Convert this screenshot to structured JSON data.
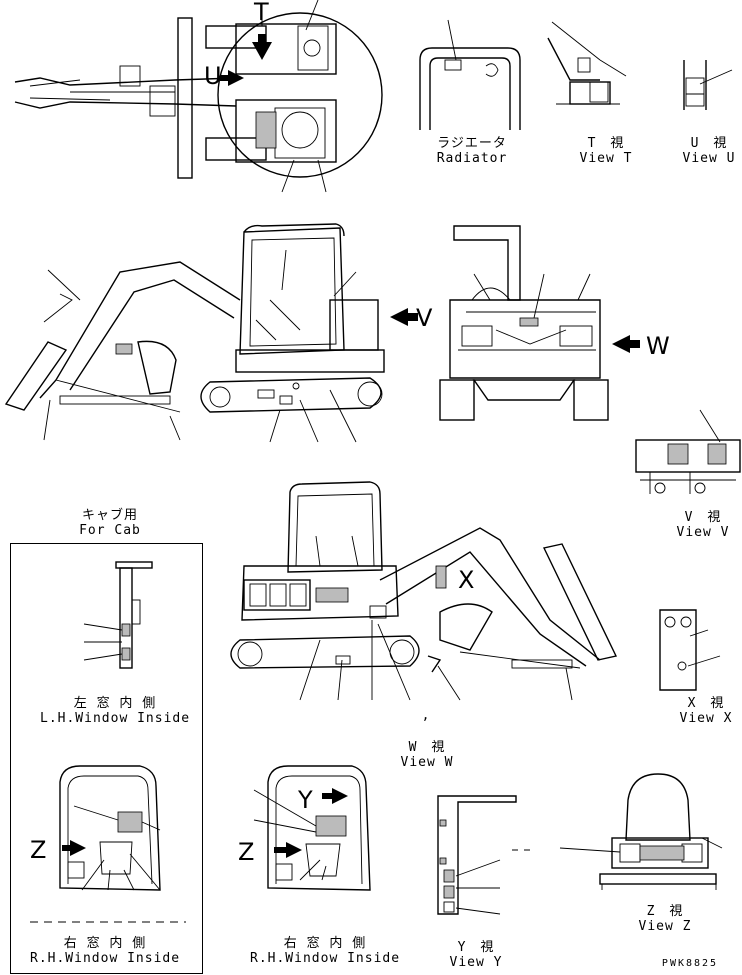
{
  "views": {
    "radiator": {
      "jp": "ラジエータ",
      "en": "Radiator"
    },
    "view_t": {
      "jp": "T　視",
      "en": "View T"
    },
    "view_u": {
      "jp": "U　視",
      "en": "View U"
    },
    "view_v": {
      "jp": "V　視",
      "en": "View V"
    },
    "view_w": {
      "jp": "W　視",
      "en": "View W"
    },
    "view_x": {
      "jp": "X　視",
      "en": "View X"
    },
    "view_y": {
      "jp": "Y　視",
      "en": "View Y"
    },
    "view_z": {
      "jp": "Z　視",
      "en": "View Z"
    },
    "for_cab": {
      "jp": "キャブ用",
      "en": "For Cab"
    },
    "lh_window": {
      "jp": "左 窓 内 側",
      "en": "L.H.Window Inside"
    },
    "rh_window_1": {
      "jp": "右 窓 内 側",
      "en": "R.H.Window Inside"
    },
    "rh_window_2": {
      "jp": "右 窓 内 側",
      "en": "R.H.Window Inside"
    }
  },
  "markers": {
    "t": "T",
    "u": "U",
    "v": "V",
    "w": "W",
    "x": "X",
    "y": "Y",
    "z": "Z"
  },
  "drawing_code": "PWK8825",
  "stray_mark": ","
}
